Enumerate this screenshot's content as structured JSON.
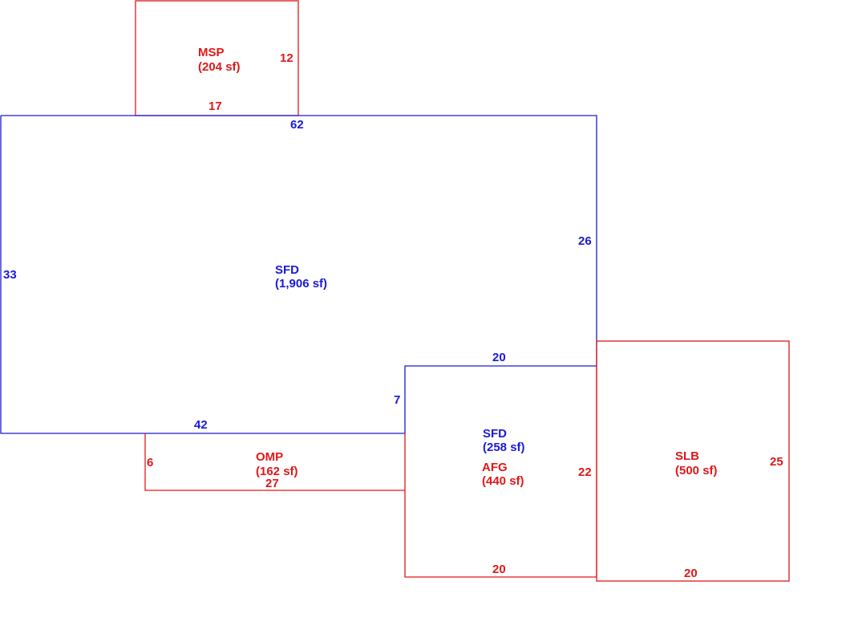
{
  "colors": {
    "primary_outline": "#1a1ad6",
    "secondary_outline": "#e01818"
  },
  "areas": {
    "msp": {
      "code": "MSP",
      "area": "(204 sf)"
    },
    "sfd_main": {
      "code": "SFD",
      "area": "(1,906 sf)"
    },
    "sfd_garage": {
      "code": "SFD",
      "area": "(258 sf)"
    },
    "afg": {
      "code": "AFG",
      "area": "(440 sf)"
    },
    "omp": {
      "code": "OMP",
      "area": "(162 sf)"
    },
    "slb": {
      "code": "SLB",
      "area": "(500 sf)"
    }
  },
  "dimensions": {
    "msp_side": "12",
    "msp_bottom": "17",
    "sfd_top": "62",
    "sfd_left": "33",
    "sfd_right": "26",
    "sfd_bottom": "42",
    "sfd_notch_side": "7",
    "afg_top": "20",
    "afg_right": "22",
    "afg_bottom": "20",
    "omp_side": "6",
    "omp_bottom": "27",
    "slb_right": "25",
    "slb_bottom": "20"
  }
}
